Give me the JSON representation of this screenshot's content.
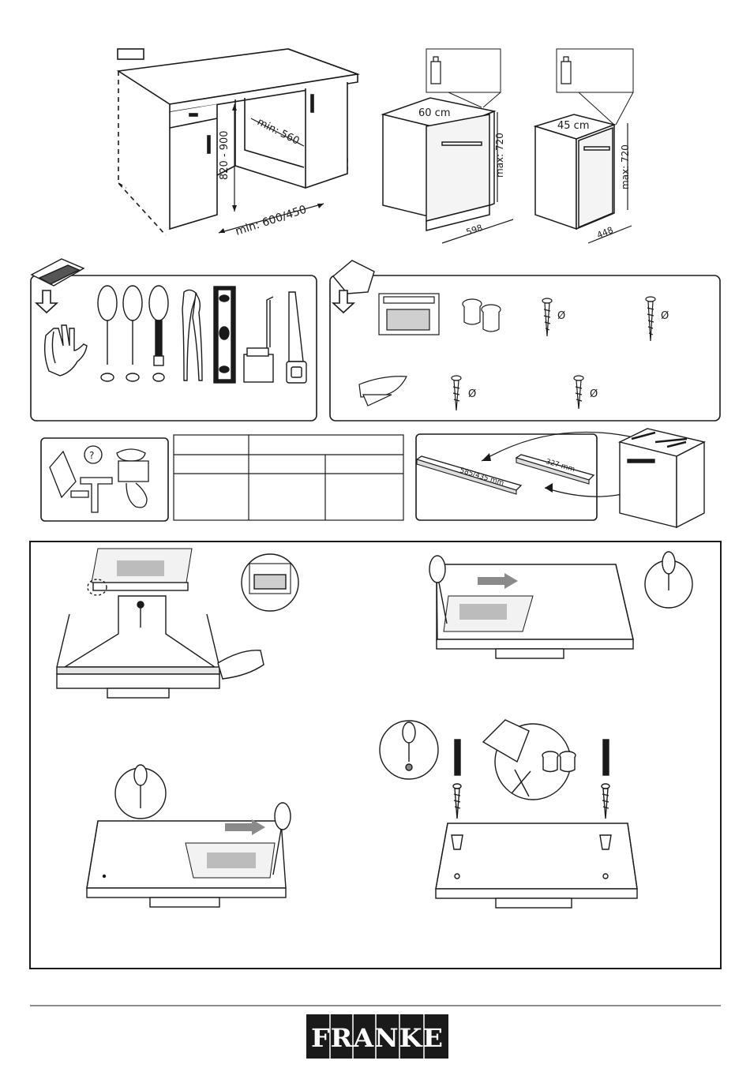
{
  "cabinet": {
    "dims": {
      "width_min": "min: 560",
      "depth_min": "min: 600/450",
      "height_range": "820 - 900"
    }
  },
  "appliances": [
    {
      "width_label": "60 cm",
      "height_max": "max: 720",
      "base_dim": "598"
    },
    {
      "width_label": "45 cm",
      "height_max": "max: 720",
      "base_dim": "448"
    }
  ],
  "parts": {
    "diameter_symbol": "Ø"
  },
  "strips": {
    "long": "585/435 mm",
    "short": "327 mm"
  },
  "brand": {
    "logo_text": "FRANKE"
  },
  "colors": {
    "line": "#1a1a1a",
    "panel_fill": "#ffffff",
    "logo_bg": "#1a1a1a",
    "arrow_gray": "#8a8a8a",
    "sheet_gray": "#bcbcbc"
  }
}
